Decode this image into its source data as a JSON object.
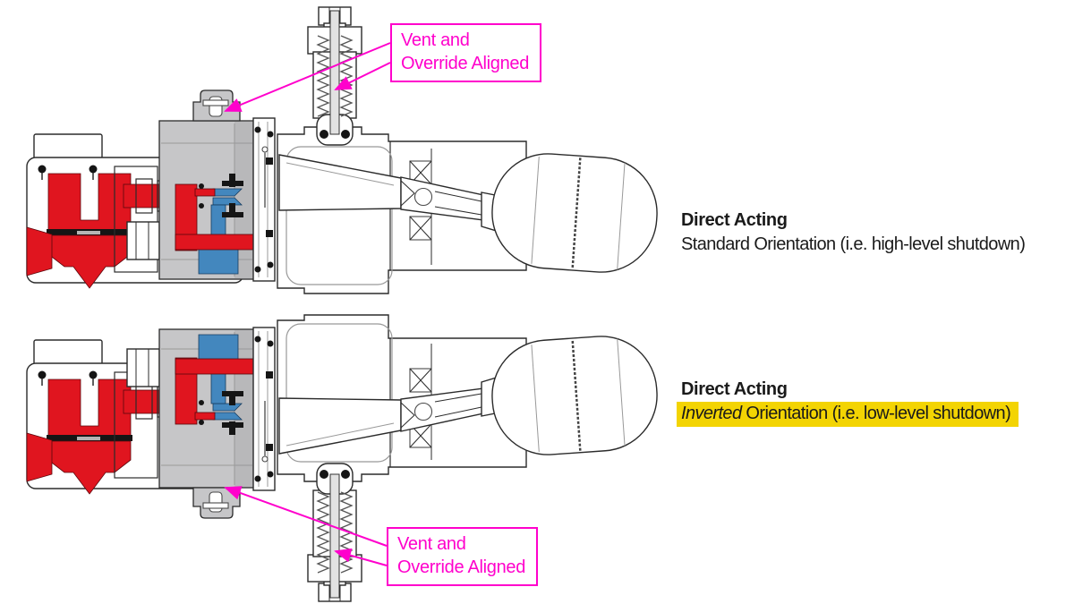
{
  "colors": {
    "red": "#e0151f",
    "blue": "#4387be",
    "gray_body": "#c6c6c8",
    "magenta": "#ff00cc",
    "yellow": "#f3d403",
    "ink": "#1a1a1a"
  },
  "labels": {
    "vent_override": {
      "line1": "Vent and",
      "line2": "Override Aligned"
    }
  },
  "captions": {
    "standard": {
      "title": "Direct Acting",
      "subtitle": "Standard Orientation (i.e. high-level shutdown)"
    },
    "inverted": {
      "title": "Direct Acting",
      "subtitle_em": "Inverted",
      "subtitle_rest": " Orientation (i.e. low-level shutdown)"
    }
  }
}
